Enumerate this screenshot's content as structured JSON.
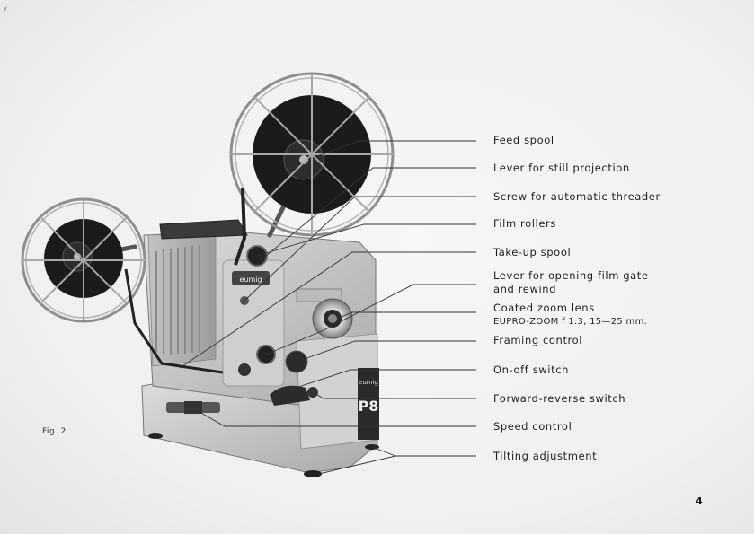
{
  "corner_mark": "ᵞ",
  "figure_label": "Fig. 2",
  "page_number": "4",
  "labels": [
    {
      "text": "Feed spool"
    },
    {
      "text": "Lever for still projection"
    },
    {
      "text": "Screw for automatic threader"
    },
    {
      "text": "Film rollers"
    },
    {
      "text": "Take-up spool"
    },
    {
      "text": "Lever for opening film gate",
      "text2": "and rewind"
    },
    {
      "text": "Coated zoom lens",
      "text2": "EUPRO-ZOOM f 1.3, 15—25 mm."
    },
    {
      "text": "Framing control"
    },
    {
      "text": "On-off switch"
    },
    {
      "text": "Forward-reverse switch"
    },
    {
      "text": "Speed control"
    },
    {
      "text": "Tilting adjustment"
    }
  ],
  "brand": {
    "logo": "eumig",
    "model": "P8"
  },
  "colors": {
    "ink": "#1e1e1e",
    "body": "#c9c9c9",
    "reel": "#1b1b1b"
  }
}
